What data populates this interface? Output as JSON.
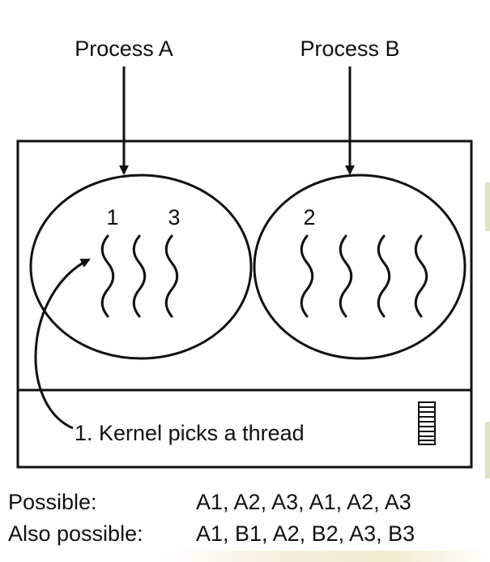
{
  "labels": {
    "process_a": "Process A",
    "process_b": "Process B",
    "thread_1": "1",
    "thread_2": "2",
    "thread_3": "3"
  },
  "kernel": {
    "caption": "1. Kernel picks a thread"
  },
  "possibilities": [
    {
      "label": "Possible:",
      "sequence": "A1, A2, A3, A1, A2, A3"
    },
    {
      "label": "Also possible:",
      "sequence": "A1, B1, A2, B2, A3, B3"
    }
  ],
  "colors": {
    "ink": "#111111",
    "background": "#ffffff",
    "edge_accent": "#d8e5c7"
  },
  "icons": {
    "thread": "squiggle",
    "scheduler_table": "horizontal-lines-box"
  }
}
